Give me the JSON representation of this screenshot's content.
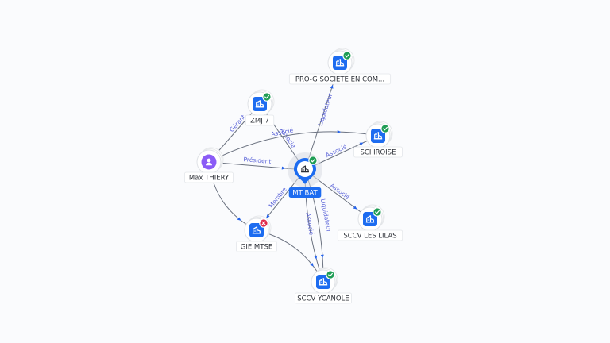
{
  "graph": {
    "center": {
      "id": "mtbat",
      "label": "MT BAT",
      "icon": "building-icon",
      "status": "active"
    },
    "nodes": [
      {
        "id": "prog",
        "label": "PRO-G SOCIETE EN COM...",
        "kind": "company",
        "icon": "building-icon",
        "status": "active"
      },
      {
        "id": "zmj7",
        "label": "ZMJ 7",
        "kind": "company",
        "icon": "building-icon",
        "status": "active"
      },
      {
        "id": "sciiroise",
        "label": "SCI IROISE",
        "kind": "company",
        "icon": "building-icon",
        "status": "active"
      },
      {
        "id": "maxthiery",
        "label": "Max THIERY",
        "kind": "person",
        "icon": "person-icon",
        "status": ""
      },
      {
        "id": "giemtse",
        "label": "GIE MTSE",
        "kind": "company",
        "icon": "building-icon",
        "status": "closed"
      },
      {
        "id": "sccvlilas",
        "label": "SCCV LES LILAS",
        "kind": "company",
        "icon": "building-icon",
        "status": "active"
      },
      {
        "id": "sccvycanole",
        "label": "SCCV YCANOLE",
        "kind": "company",
        "icon": "building-icon",
        "status": "active"
      }
    ],
    "edges": [
      {
        "from": "mtbat",
        "to": "prog",
        "label": "Liquidateur"
      },
      {
        "from": "mtbat",
        "to": "zmj7",
        "label": "Associé"
      },
      {
        "from": "mtbat",
        "to": "sciiroise",
        "label": "Associé"
      },
      {
        "from": "maxthiery",
        "to": "mtbat",
        "label": "Président"
      },
      {
        "from": "maxthiery",
        "to": "sciiroise",
        "label": "Associé"
      },
      {
        "from": "maxthiery",
        "to": "zmj7",
        "label": "Gérant"
      },
      {
        "from": "maxthiery",
        "to": "giemtse",
        "label": ""
      },
      {
        "from": "mtbat",
        "to": "giemtse",
        "label": "Membre"
      },
      {
        "from": "mtbat",
        "to": "sccvlilas",
        "label": "Associé"
      },
      {
        "from": "mtbat",
        "to": "sccvycanole",
        "label": "Liquidateur"
      },
      {
        "from": "mtbat",
        "to": "sccvycanole",
        "label": "Associé"
      },
      {
        "from": "giemtse",
        "to": "sccvycanole",
        "label": ""
      }
    ]
  },
  "colors": {
    "primary": "#1d6cf0",
    "active": "#1f9d55",
    "closed": "#e0294a",
    "person": "#8b5cf6",
    "edge": "#6b7280",
    "edge_label": "#5a63d8"
  }
}
